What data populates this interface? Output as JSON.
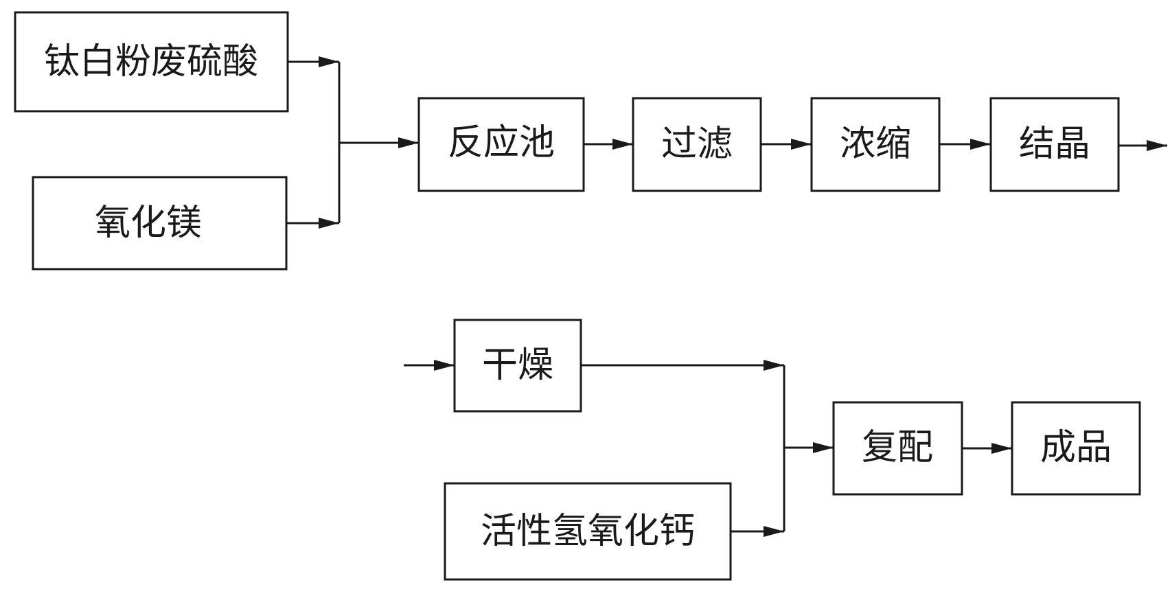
{
  "flowchart": {
    "nodes": {
      "waste_acid": "钛白粉废硫酸",
      "magnesium_oxide": "氧化镁",
      "reaction_tank": "反应池",
      "filtration": "过滤",
      "concentration": "浓缩",
      "crystallization": "结晶",
      "drying": "干燥",
      "calcium_hydroxide": "活性氢氧化钙",
      "compounding": "复配",
      "finished_product": "成品"
    }
  }
}
